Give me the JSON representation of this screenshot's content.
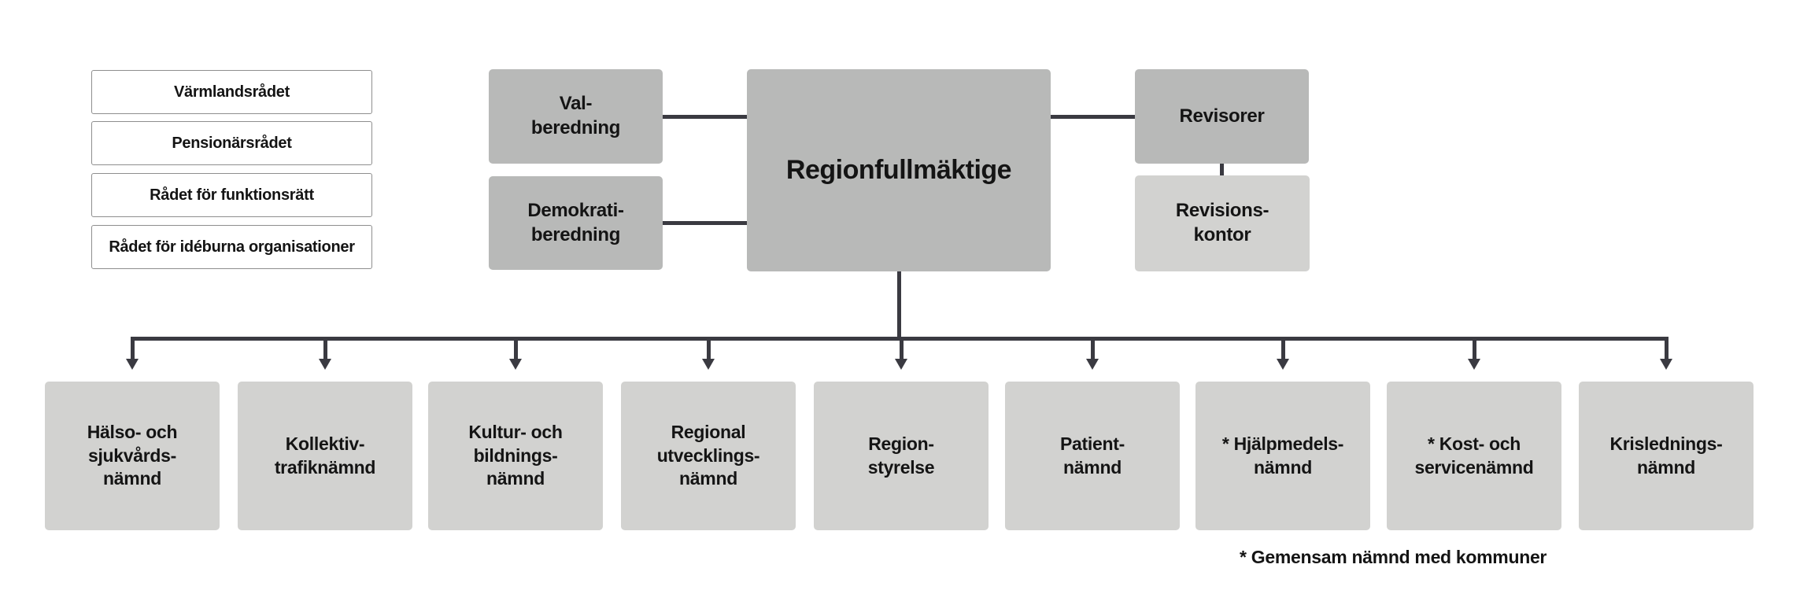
{
  "diagram": {
    "councils": [
      {
        "label": "Värmlandsrådet"
      },
      {
        "label": "Pensionärsrådet"
      },
      {
        "label": "Rådet för funktionsrätt"
      },
      {
        "label": "Rådet för idéburna organisationer"
      }
    ],
    "preparatory_bodies": [
      {
        "lines": [
          "Val-",
          "beredning"
        ]
      },
      {
        "lines": [
          "Demokrati-",
          "beredning"
        ]
      }
    ],
    "assembly": {
      "label": "Regionfullmäktige"
    },
    "audit": {
      "auditors": {
        "label": "Revisorer"
      },
      "audit_office": {
        "lines": [
          "Revisions-",
          "kontor"
        ]
      }
    },
    "committees": [
      {
        "lines": [
          "Hälso- och",
          "sjukvårds-",
          "nämnd"
        ]
      },
      {
        "lines": [
          "Kollektiv-",
          "trafiknämnd"
        ]
      },
      {
        "lines": [
          "Kultur- och",
          "bildnings-",
          "nämnd"
        ]
      },
      {
        "lines": [
          "Regional",
          "utvecklings-",
          "nämnd"
        ]
      },
      {
        "lines": [
          "Region-",
          "styrelse"
        ]
      },
      {
        "lines": [
          "Patient-",
          "nämnd"
        ]
      },
      {
        "lines": [
          "* Hjälpmedels-",
          "nämnd"
        ]
      },
      {
        "lines": [
          "* Kost- och",
          "servicenämnd"
        ]
      },
      {
        "lines": [
          "Krislednings-",
          "nämnd"
        ]
      }
    ],
    "footnote": "* Gemensam nämnd med kommuner",
    "colors": {
      "box_medium_gray": "#b8b9b8",
      "box_light_gray": "#d2d2d0",
      "connector": "#3a3a41",
      "text": "#141414"
    }
  }
}
